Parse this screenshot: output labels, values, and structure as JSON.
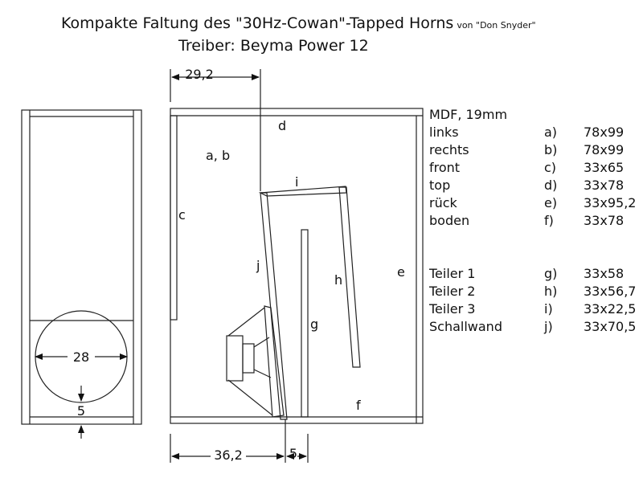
{
  "title": "Kompakte Faltung des \"30Hz-Cowan\"-Tapped Horns",
  "author": "von \"Don Snyder\"",
  "subtitle": "Treiber: Beyma Power 12",
  "material": "MDF, 19mm",
  "dimensions": {
    "top_width": "29,2",
    "bottom_width": "36,2",
    "slot": "5",
    "driver_diameter": "28",
    "front_bottom": "5"
  },
  "part_labels": {
    "a": "a, b",
    "c": "c",
    "d": "d",
    "e": "e",
    "f": "f",
    "g": "g",
    "h": "h",
    "i": "i",
    "j": "j"
  },
  "panels": [
    {
      "name": "links",
      "key": "a)",
      "size": "78x99"
    },
    {
      "name": "rechts",
      "key": "b)",
      "size": "78x99"
    },
    {
      "name": "front",
      "key": "c)",
      "size": "33x65"
    },
    {
      "name": "top",
      "key": "d)",
      "size": "33x78"
    },
    {
      "name": "rück",
      "key": "e)",
      "size": "33x95,2"
    },
    {
      "name": "boden",
      "key": "f)",
      "size": "33x78"
    }
  ],
  "dividers": [
    {
      "name": "Teiler 1",
      "key": "g)",
      "size": "33x58"
    },
    {
      "name": "Teiler 2",
      "key": "h)",
      "size": "33x56,7"
    },
    {
      "name": "Teiler 3",
      "key": "i)",
      "size": "33x22,5"
    },
    {
      "name": "Schallwand",
      "key": "j)",
      "size": "33x70,5"
    }
  ]
}
